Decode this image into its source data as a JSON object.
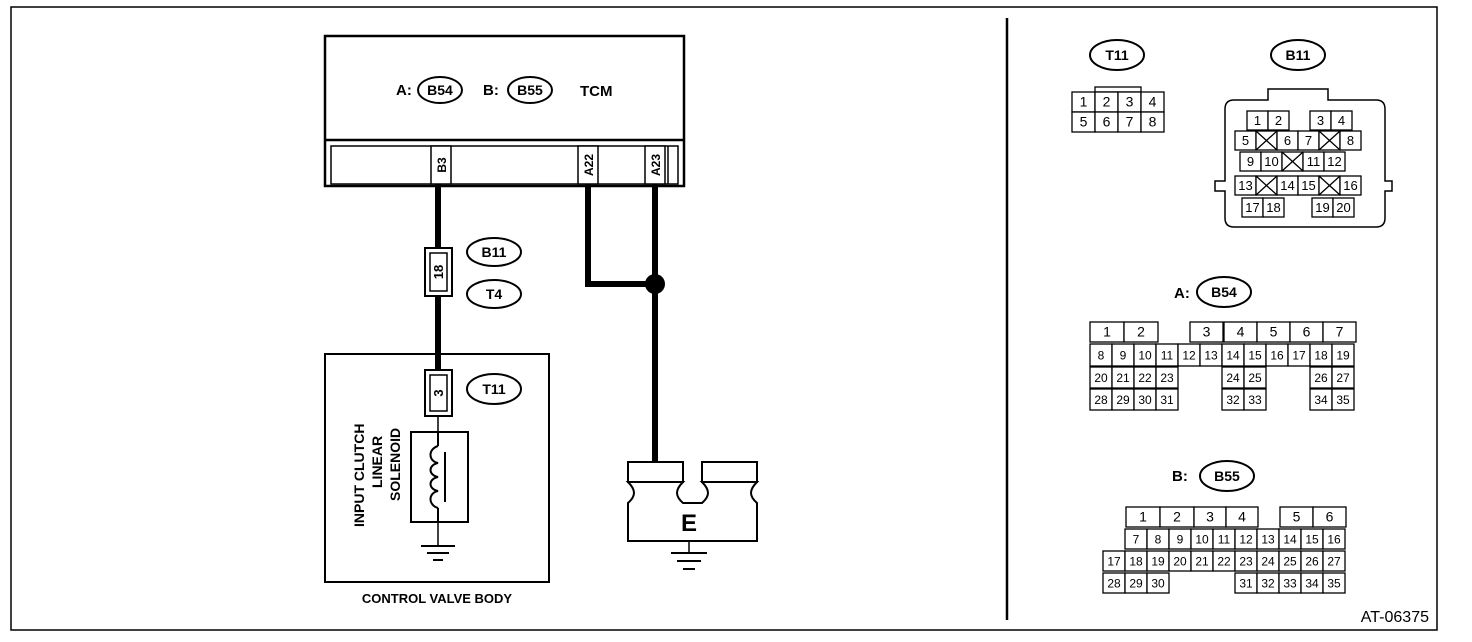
{
  "diagram": {
    "figure_id": "AT-06375",
    "tcm": {
      "label_a_prefix": "A:",
      "connector_a": "B54",
      "label_b_prefix": "B:",
      "connector_b": "B55",
      "name": "TCM",
      "pins": [
        "B3",
        "A22",
        "A23"
      ]
    },
    "inline_connector": {
      "pin": "18",
      "connector_top": "B11",
      "connector_bottom": "T4"
    },
    "control_valve_body": {
      "label": "CONTROL VALVE BODY",
      "connector_pin": "3",
      "connector": "T11",
      "solenoid_lines": [
        "INPUT CLUTCH",
        "LINEAR",
        "SOLENOID"
      ]
    },
    "ground_label": "E"
  },
  "connector_views": {
    "t11": {
      "name": "T11",
      "rows": [
        [
          "1",
          "2",
          "3",
          "4"
        ],
        [
          "5",
          "6",
          "7",
          "8"
        ]
      ]
    },
    "b11": {
      "name": "B11",
      "rows": [
        [
          "1",
          "2",
          "",
          "3",
          "4"
        ],
        [
          "5",
          "X",
          "6",
          "7",
          "X",
          "8"
        ],
        [
          "9",
          "10",
          "X",
          "11",
          "12"
        ],
        [
          "13",
          "X",
          "14",
          "15",
          "X",
          "16"
        ],
        [
          "17",
          "18",
          "",
          "19",
          "20"
        ]
      ]
    },
    "b54": {
      "prefix": "A:",
      "name": "B54",
      "row1": [
        "1",
        "2",
        "3",
        "4",
        "5",
        "6",
        "7"
      ],
      "row2": [
        "8",
        "9",
        "10",
        "11",
        "12",
        "13",
        "14",
        "15",
        "16",
        "17",
        "18",
        "19"
      ],
      "row3": [
        "20",
        "21",
        "22",
        "23",
        "24",
        "25",
        "26",
        "27"
      ],
      "row4": [
        "28",
        "29",
        "30",
        "31",
        "32",
        "33",
        "34",
        "35"
      ]
    },
    "b55": {
      "prefix": "B:",
      "name": "B55",
      "row1": [
        "1",
        "2",
        "3",
        "4",
        "5",
        "6"
      ],
      "row2": [
        "7",
        "8",
        "9",
        "10",
        "11",
        "12",
        "13",
        "14",
        "15",
        "16"
      ],
      "row3": [
        "17",
        "18",
        "19",
        "20",
        "21",
        "22",
        "23",
        "24",
        "25",
        "26",
        "27"
      ],
      "row4": [
        "28",
        "29",
        "30",
        "31",
        "32",
        "33",
        "34",
        "35"
      ]
    }
  }
}
